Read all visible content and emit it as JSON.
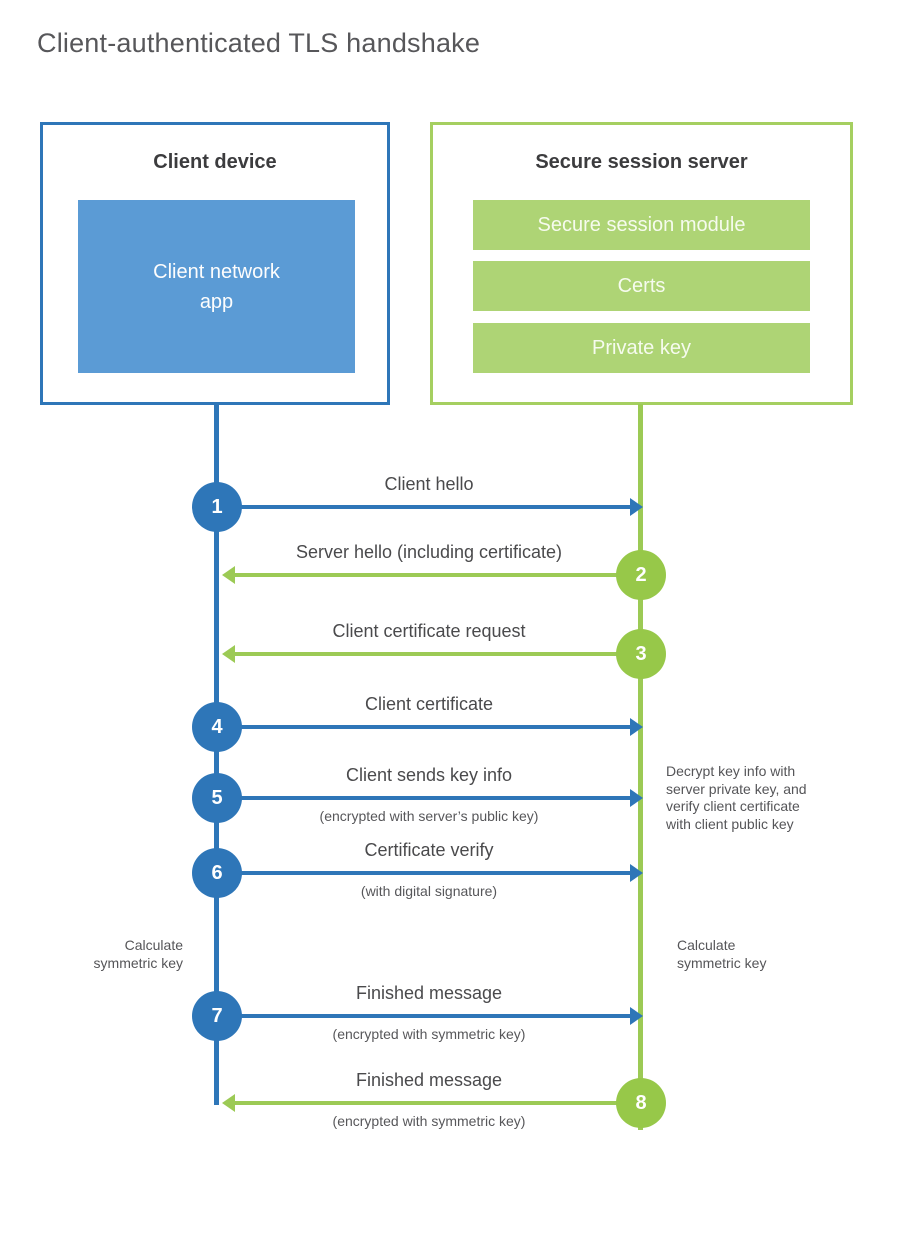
{
  "title": "Client-authenticated TLS handshake",
  "colors": {
    "blue": "#2e76b8",
    "blue_light": "#5b9bd5",
    "green_line": "#9cca55",
    "green_circle": "#97c849",
    "green_bar": "#aed475",
    "green_border": "#a5cf60",
    "text_gray": "#57575a"
  },
  "client_box": {
    "title": "Client device",
    "app_label": "Client network\napp"
  },
  "server_box": {
    "title": "Secure session server",
    "modules": [
      "Secure session module",
      "Certs",
      "Private key"
    ]
  },
  "messages": [
    {
      "num": "1",
      "label": "Client hello",
      "sub": "",
      "from": "client",
      "to": "server"
    },
    {
      "num": "2",
      "label": "Server hello (including certificate)",
      "sub": "",
      "from": "server",
      "to": "client"
    },
    {
      "num": "3",
      "label": "Client certificate request",
      "sub": "",
      "from": "server",
      "to": "client"
    },
    {
      "num": "4",
      "label": "Client certificate",
      "sub": "",
      "from": "client",
      "to": "server"
    },
    {
      "num": "5",
      "label": "Client sends key info",
      "sub": "(encrypted with server’s public key)",
      "from": "client",
      "to": "server"
    },
    {
      "num": "6",
      "label": "Certificate verify",
      "sub": "(with digital signature)",
      "from": "client",
      "to": "server"
    },
    {
      "num": "7",
      "label": "Finished message",
      "sub": "(encrypted with symmetric key)",
      "from": "client",
      "to": "server"
    },
    {
      "num": "8",
      "label": "Finished message",
      "sub": "(encrypted with symmetric key)",
      "from": "server",
      "to": "client"
    }
  ],
  "annotations": {
    "decrypt_note": "Decrypt key info with\nserver private key, and\nverify client certificate\nwith client public key",
    "calc_left": "Calculate\nsymmetric key",
    "calc_right": "Calculate\nsymmetric key"
  }
}
